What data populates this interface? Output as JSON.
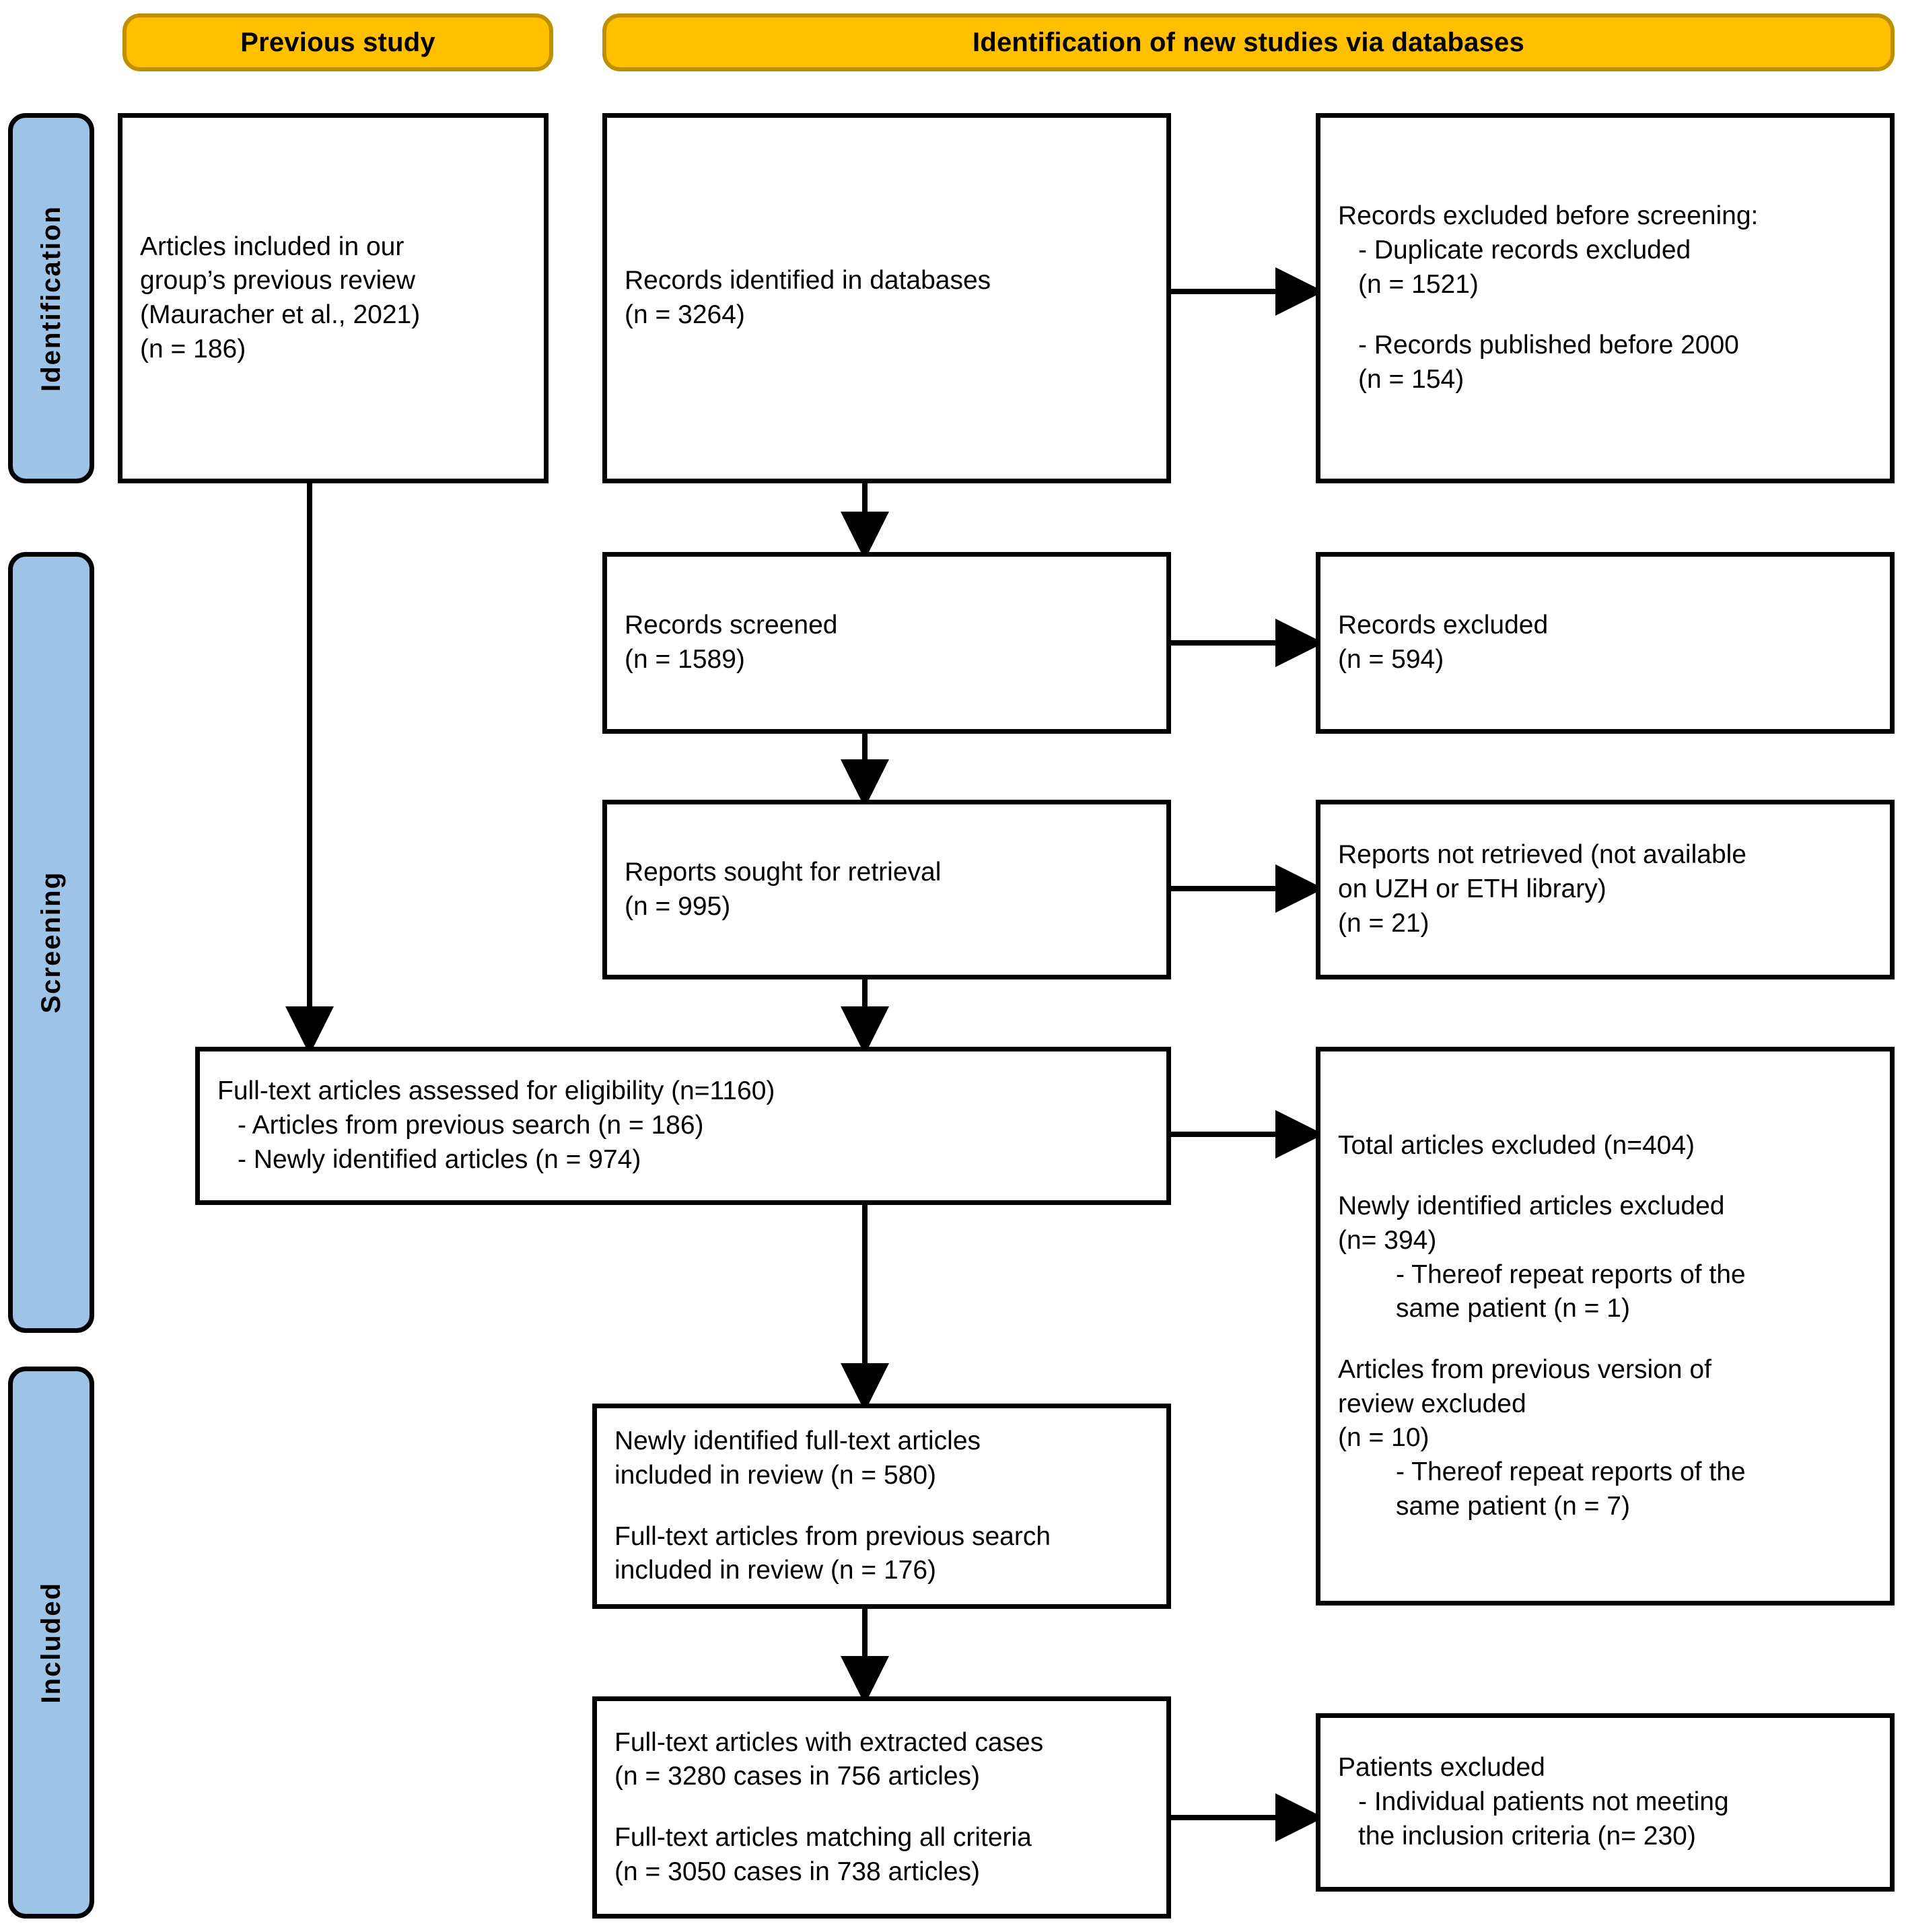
{
  "colors": {
    "header_fill": "#FFC000",
    "header_border": "#BF8F00",
    "rail_fill": "#9DC3E6",
    "box_border": "#000000",
    "text": "#000000"
  },
  "headers": [
    {
      "id": "previous-study",
      "label": "Previous study"
    },
    {
      "id": "identification-databases",
      "label": "Identification of new studies via databases"
    }
  ],
  "stages": [
    {
      "id": "identification",
      "label": "Identification"
    },
    {
      "id": "screening",
      "label": "Screening"
    },
    {
      "id": "included",
      "label": "Included"
    }
  ],
  "boxes": {
    "previous_review": {
      "lines": [
        {
          "text": "Articles included in our",
          "indent": 0
        },
        {
          "text": "group’s previous review",
          "indent": 0
        },
        {
          "text": "(Mauracher et al., 2021)",
          "indent": 0
        },
        {
          "text": "(n = 186)",
          "indent": 0
        }
      ]
    },
    "records_identified": {
      "lines": [
        {
          "text": "Records identified in databases",
          "indent": 0
        },
        {
          "text": "(n = 3264)",
          "indent": 0
        }
      ]
    },
    "records_excluded_before_screening": {
      "lines": [
        {
          "text": "Records excluded before screening:",
          "indent": 0
        },
        {
          "text": "- Duplicate records excluded",
          "indent": 1
        },
        {
          "text": "(n = 1521)",
          "indent": 1
        },
        {
          "text": "__GAP__",
          "indent": 0
        },
        {
          "text": "- Records published before 2000",
          "indent": 1
        },
        {
          "text": "(n = 154)",
          "indent": 1
        }
      ]
    },
    "records_screened": {
      "lines": [
        {
          "text": "Records screened",
          "indent": 0
        },
        {
          "text": "(n = 1589)",
          "indent": 0
        }
      ]
    },
    "records_excluded": {
      "lines": [
        {
          "text": "Records excluded",
          "indent": 0
        },
        {
          "text": "(n = 594)",
          "indent": 0
        }
      ]
    },
    "reports_sought": {
      "lines": [
        {
          "text": "Reports sought for retrieval",
          "indent": 0
        },
        {
          "text": "(n = 995)",
          "indent": 0
        }
      ]
    },
    "reports_not_retrieved": {
      "lines": [
        {
          "text": "Reports not retrieved (not available",
          "indent": 0
        },
        {
          "text": "on UZH or ETH library)",
          "indent": 0
        },
        {
          "text": "(n = 21)",
          "indent": 0
        }
      ]
    },
    "fulltext_assessed": {
      "lines": [
        {
          "text": "Full-text articles assessed for eligibility (n=1160)",
          "indent": 0
        },
        {
          "text": "- Articles from previous search (n = 186)",
          "indent": 1
        },
        {
          "text": "- Newly identified articles (n = 974)",
          "indent": 1
        }
      ]
    },
    "total_articles_excluded": {
      "lines": [
        {
          "text": "Total articles excluded (n=404)",
          "indent": 0
        },
        {
          "text": "__GAP__",
          "indent": 0
        },
        {
          "text": "Newly identified articles excluded",
          "indent": 0
        },
        {
          "text": "(n= 394)",
          "indent": 0
        },
        {
          "text": "- Thereof repeat reports of the",
          "indent": 2
        },
        {
          "text": "same patient (n = 1)",
          "indent": 2
        },
        {
          "text": "__GAP__",
          "indent": 0
        },
        {
          "text": "Articles from previous version of",
          "indent": 0
        },
        {
          "text": "review excluded",
          "indent": 0
        },
        {
          "text": "(n = 10)",
          "indent": 0
        },
        {
          "text": "- Thereof repeat reports of the",
          "indent": 2
        },
        {
          "text": "same patient (n = 7)",
          "indent": 2
        }
      ]
    },
    "included_in_review": {
      "lines": [
        {
          "text": "Newly identified full-text articles",
          "indent": 0
        },
        {
          "text": "included in review (n = 580)",
          "indent": 0
        },
        {
          "text": "__GAP__",
          "indent": 0
        },
        {
          "text": "Full-text articles from previous search",
          "indent": 0
        },
        {
          "text": "included in review (n = 176)",
          "indent": 0
        }
      ]
    },
    "extracted_cases": {
      "lines": [
        {
          "text": "Full-text articles with extracted cases",
          "indent": 0
        },
        {
          "text": "(n = 3280 cases in 756 articles)",
          "indent": 0
        },
        {
          "text": "__GAP__",
          "indent": 0
        },
        {
          "text": "Full-text articles matching all criteria",
          "indent": 0
        },
        {
          "text": "(n = 3050 cases in 738 articles)",
          "indent": 0
        }
      ]
    },
    "patients_excluded": {
      "lines": [
        {
          "text": "Patients excluded",
          "indent": 0
        },
        {
          "text": "- Individual patients not meeting",
          "indent": 1
        },
        {
          "text": "the inclusion criteria (n= 230)",
          "indent": 1
        }
      ]
    }
  }
}
